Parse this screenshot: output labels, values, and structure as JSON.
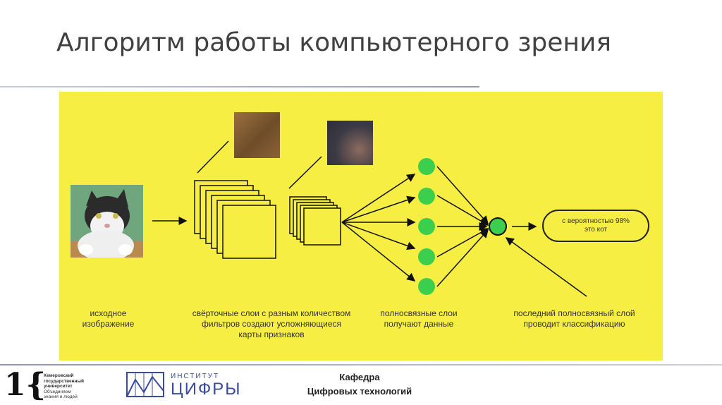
{
  "title": "Алгоритм работы компьютерного зрения",
  "diagram": {
    "captions": {
      "input": [
        "исходное",
        "изображение"
      ],
      "conv": [
        "свёрточные слои с разным количеством",
        "фильтров создают усложняющиеся",
        "карты признаков"
      ],
      "fc": [
        "полносвязные слои",
        "получают данные"
      ],
      "last": [
        "последний полносвязный слой",
        "проводит классификацию"
      ]
    },
    "result": [
      "с вероятностью 98%",
      "это кот"
    ],
    "colors": {
      "background": "#f7ee44",
      "node": "#3ccf4e",
      "line": "#111111"
    }
  },
  "footer": {
    "logo_left": [
      "Кемеровский",
      "государственный",
      "университет",
      "Объединяем",
      "знания и людей"
    ],
    "logo_left_mark": "1{",
    "logo_middle": [
      "ИНСТИТУТ",
      "ЦИФРЫ"
    ],
    "dept": [
      "Кафедра",
      "Цифровых технологий"
    ]
  }
}
